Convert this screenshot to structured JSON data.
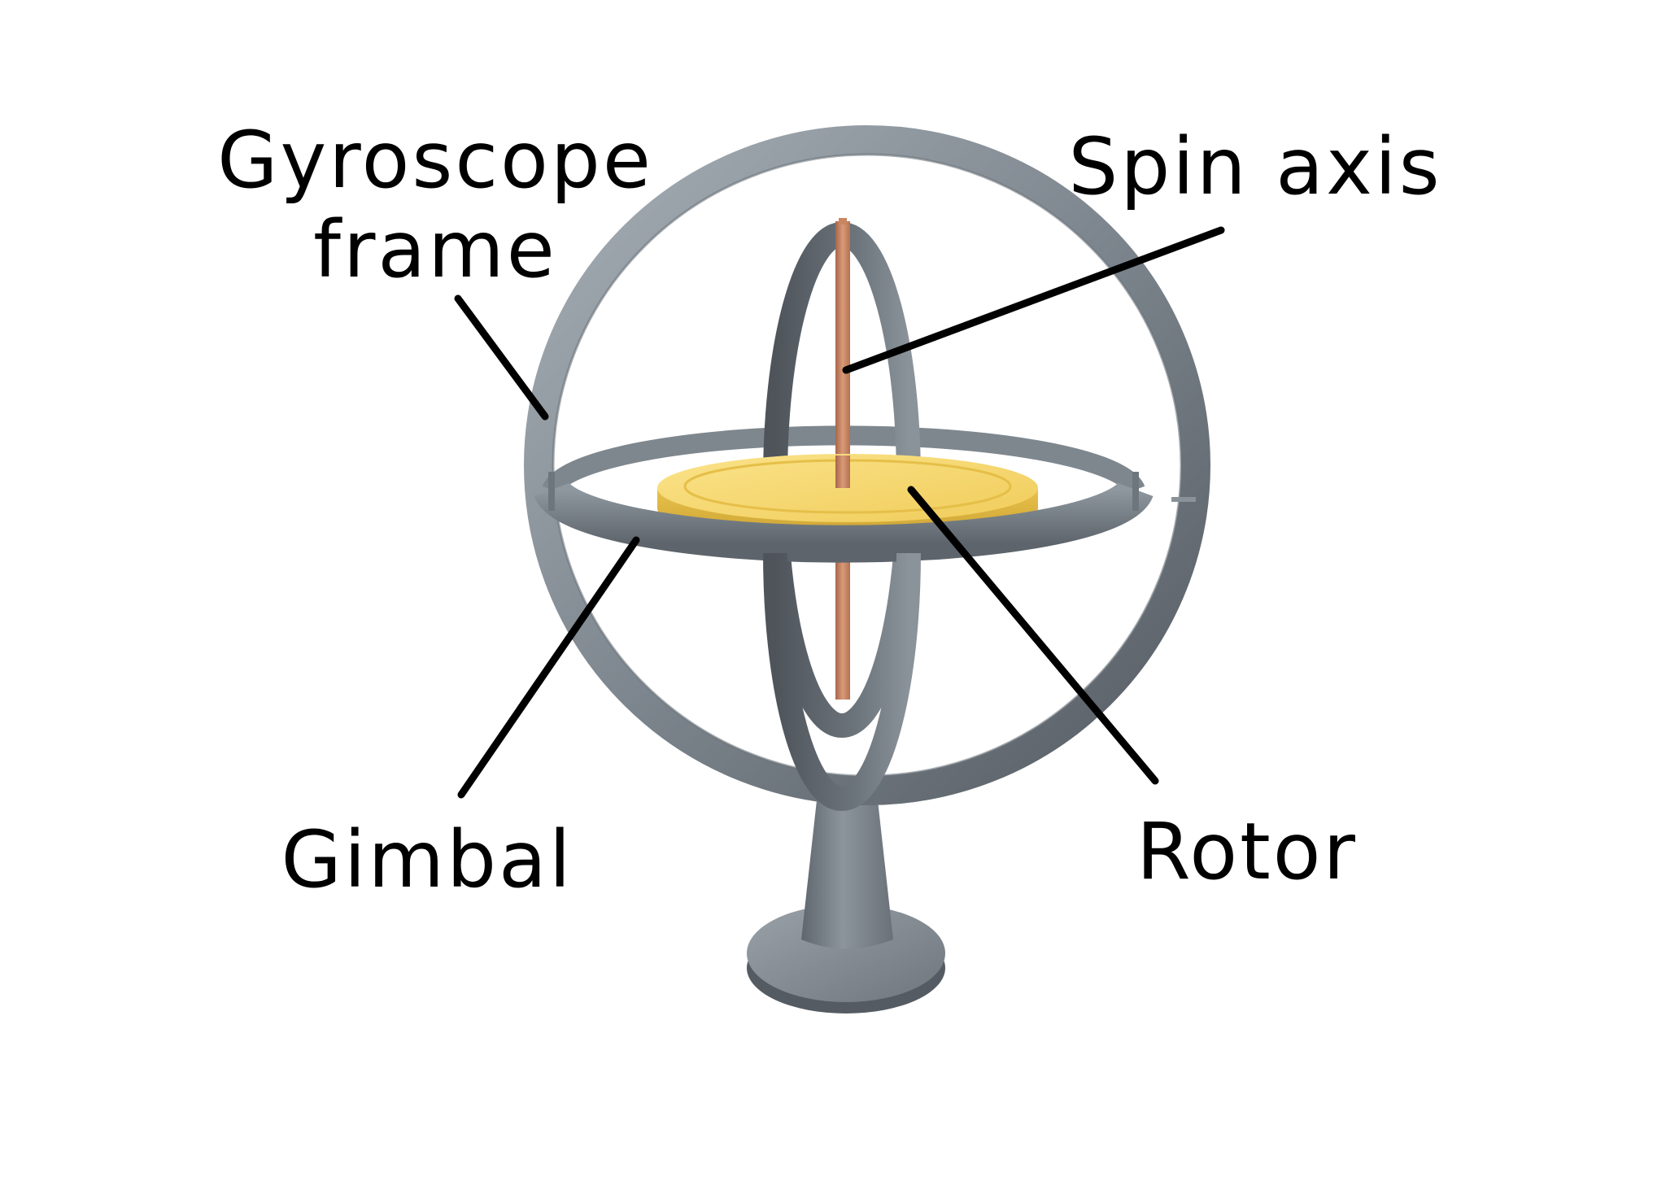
{
  "labels": {
    "gyroscope_frame_line1": "Gyroscope",
    "gyroscope_frame_line2": "frame",
    "spin_axis": "Spin axis",
    "gimbal": "Gimbal",
    "rotor": "Rotor"
  },
  "colors": {
    "background": "#ffffff",
    "metal_light": "#8e979f",
    "metal_dark": "#4a4f55",
    "rotor_gold": "#f3d46a",
    "axle_copper": "#c98660",
    "leader_line": "#000000"
  }
}
